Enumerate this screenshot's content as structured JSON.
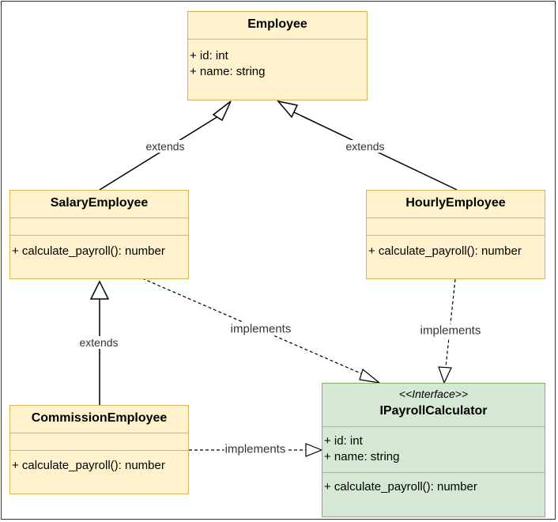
{
  "classes": {
    "employee": {
      "name": "Employee",
      "attributes": [
        "+ id: int",
        "+ name: string"
      ]
    },
    "salary": {
      "name": "SalaryEmployee",
      "methods": [
        "+ calculate_payroll(): number"
      ]
    },
    "hourly": {
      "name": "HourlyEmployee",
      "methods": [
        "+ calculate_payroll(): number"
      ]
    },
    "commission": {
      "name": "CommissionEmployee",
      "methods": [
        "+ calculate_payroll(): number"
      ]
    },
    "payroll": {
      "stereotype": "<<Interface>>",
      "name": "IPayrollCalculator",
      "attributes": [
        "+ id: int",
        "+ name: string"
      ],
      "methods": [
        "+ calculate_payroll(): number"
      ]
    }
  },
  "relations": {
    "salary_extends_employee": "extends",
    "hourly_extends_employee": "extends",
    "commission_extends_salary": "extends",
    "salary_implements_payroll": "implements",
    "hourly_implements_payroll": "implements",
    "commission_implements_payroll": "implements"
  },
  "colors": {
    "class_fill": "#fff2cc",
    "class_border": "#d6b656",
    "interface_fill": "#d5e8d4",
    "interface_border": "#82b366"
  }
}
